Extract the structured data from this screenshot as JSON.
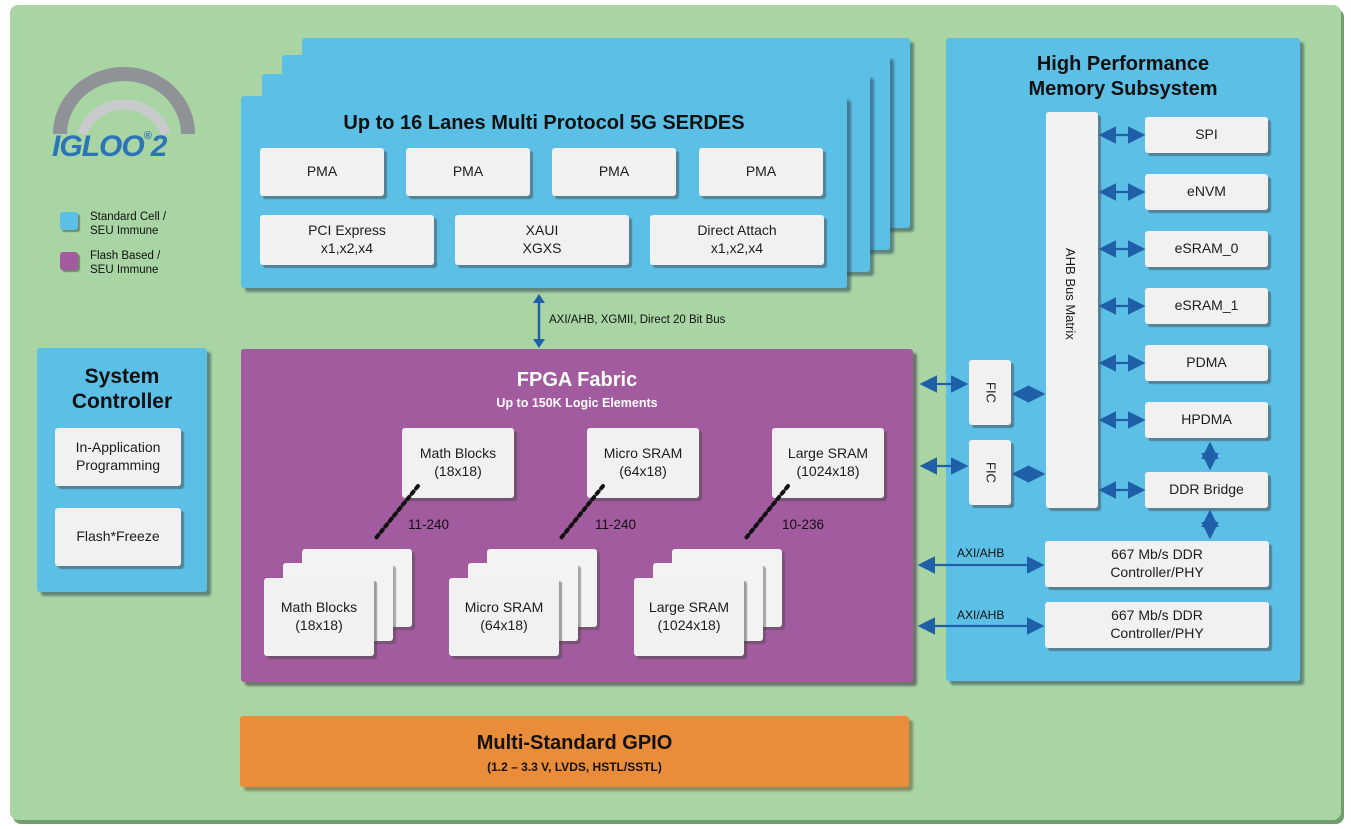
{
  "logo": {
    "text": "IGLOO",
    "suffix": "2",
    "reg": "®"
  },
  "legend": [
    {
      "color": "#5cbfe6",
      "label": [
        "Standard Cell /",
        "SEU Immune"
      ]
    },
    {
      "color": "#a35b9f",
      "label": [
        "Flash Based /",
        "SEU Immune"
      ]
    }
  ],
  "serdes": {
    "title": "Up to 16 Lanes Multi Protocol 5G SERDES",
    "pma": [
      "PMA",
      "PMA",
      "PMA",
      "PMA"
    ],
    "protocols": [
      {
        "line1": "PCI Express",
        "line2": "x1,x2,x4"
      },
      {
        "line1": "XAUI",
        "line2": "XGXS"
      },
      {
        "line1": "Direct Attach",
        "line2": "x1,x2,x4"
      }
    ]
  },
  "serdes_bus": "AXI/AHB, XGMII, Direct 20 Bit Bus",
  "system_controller": {
    "title": [
      "System",
      "Controller"
    ],
    "items": [
      {
        "line1": "In-Application",
        "line2": "Programming"
      },
      {
        "line1": "Flash*Freeze",
        "line2": ""
      }
    ]
  },
  "fabric": {
    "title": "FPGA Fabric",
    "subtitle": "Up to 150K Logic Elements",
    "blocks": [
      {
        "name": "Math Blocks",
        "size": "(18x18)",
        "range": "11-240"
      },
      {
        "name": "Micro SRAM",
        "size": "(64x18)",
        "range": "11-240"
      },
      {
        "name": "Large SRAM",
        "size": "(1024x18)",
        "range": "10-236"
      }
    ]
  },
  "fic": [
    "FIC",
    "FIC"
  ],
  "memory": {
    "title": [
      "High Performance",
      "Memory Subsystem"
    ],
    "bus": "AHB Bus Matrix",
    "peripherals": [
      "SPI",
      "eNVM",
      "eSRAM_0",
      "eSRAM_1",
      "PDMA",
      "HPDMA",
      "DDR Bridge"
    ],
    "ddr": [
      {
        "bus": "AXI/AHB",
        "line1": "667 Mb/s DDR",
        "line2": "Controller/PHY"
      },
      {
        "bus": "AXI/AHB",
        "line1": "667 Mb/s DDR",
        "line2": "Controller/PHY"
      }
    ]
  },
  "gpio": {
    "title": "Multi-Standard GPIO",
    "subtitle": "(1.2 – 3.3 V, LVDS, HSTL/SSTL)"
  },
  "colors": {
    "background": "#a8d5a3",
    "blue": "#5cbfe6",
    "purple": "#a35b9f",
    "orange": "#ea8d3a",
    "arrow": "#1f5fa8"
  }
}
